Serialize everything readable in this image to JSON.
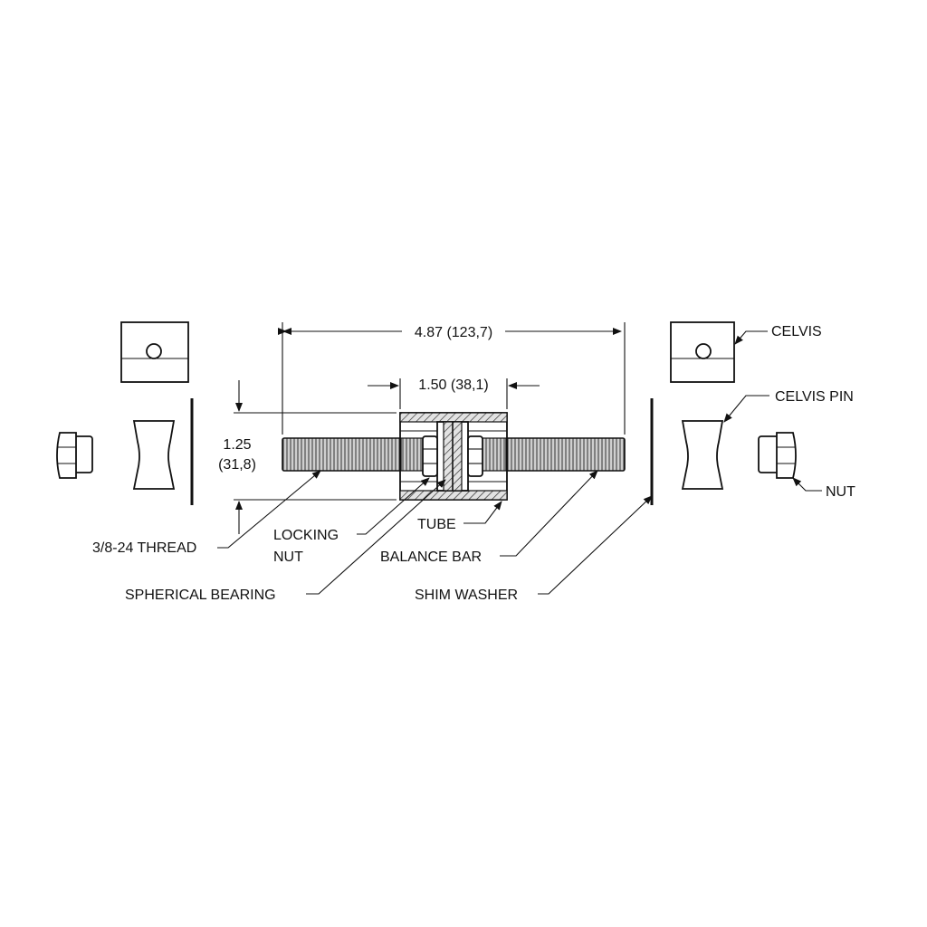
{
  "dimensions": {
    "overall_length": "4.87 (123,7)",
    "tube_length": "1.50 (38,1)",
    "height_in": "1.25",
    "height_mm": "(31,8)"
  },
  "labels": {
    "clevis": "CELVIS",
    "clevis_pin": "CELVIS PIN",
    "nut": "NUT",
    "thread": "3/8-24 THREAD",
    "locking_nut_line1": "LOCKING",
    "locking_nut_line2": "NUT",
    "tube": "TUBE",
    "balance_bar": "BALANCE BAR",
    "spherical_bearing": "SPHERICAL BEARING",
    "shim_washer": "SHIM WASHER"
  },
  "colors": {
    "line": "#111111",
    "shading": "#d4d4d4",
    "background": "#ffffff"
  }
}
